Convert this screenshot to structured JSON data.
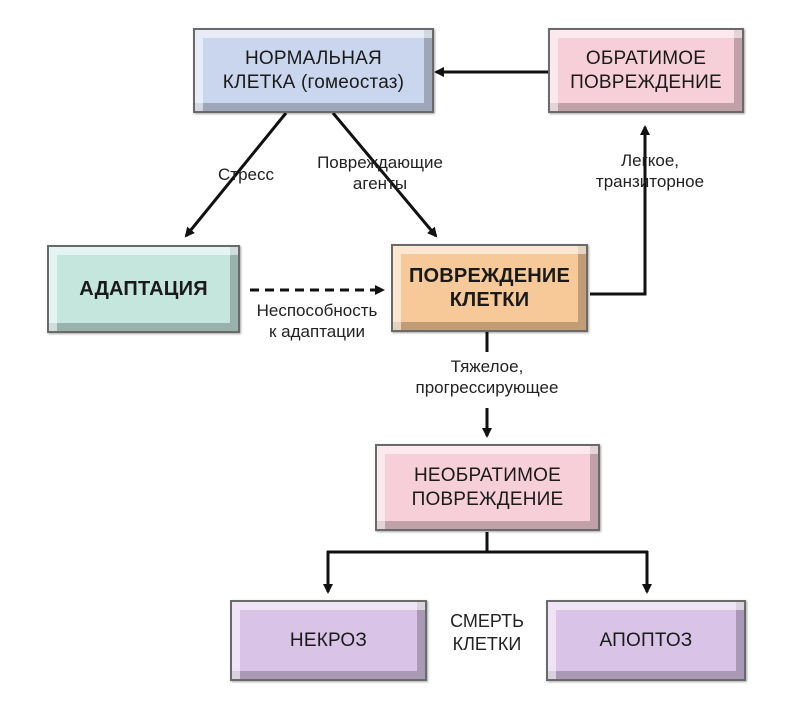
{
  "boxes": {
    "normal": {
      "line1": "НОРМАЛЬНАЯ",
      "line2": "КЛЕТКА (гомеостаз)"
    },
    "reversible": {
      "line1": "ОБРАТИМОЕ",
      "line2": "ПОВРЕЖДЕНИЕ"
    },
    "adaptation": {
      "line1": "АДАПТАЦИЯ"
    },
    "injury": {
      "line1": "ПОВРЕЖДЕНИЕ",
      "line2": "КЛЕТКИ"
    },
    "irreversible": {
      "line1": "НЕОБРАТИМОЕ",
      "line2": "ПОВРЕЖДЕНИЕ"
    },
    "necrosis": {
      "line1": "НЕКРОЗ"
    },
    "apoptosis": {
      "line1": "АПОПТОЗ"
    }
  },
  "labels": {
    "stress": "Стресс",
    "damaging_line1": "Повреждающие",
    "damaging_line2": "агенты",
    "mild_line1": "Легкое,",
    "mild_line2": "транзиторное",
    "inability_line1": "Неспособность",
    "inability_line2": "к адаптации",
    "severe_line1": "Тяжелое,",
    "severe_line2": "прогрессирующее",
    "death_line1": "СМЕРТЬ",
    "death_line2": "КЛЕТКИ"
  },
  "colors": {
    "normal": "#c9d6ee",
    "reversible": "#f6cfd8",
    "adaptation": "#c4e6dd",
    "injury": "#f7c999",
    "irreversible": "#f6cfd8",
    "death": "#d9c4e8",
    "arrow": "#111111"
  }
}
